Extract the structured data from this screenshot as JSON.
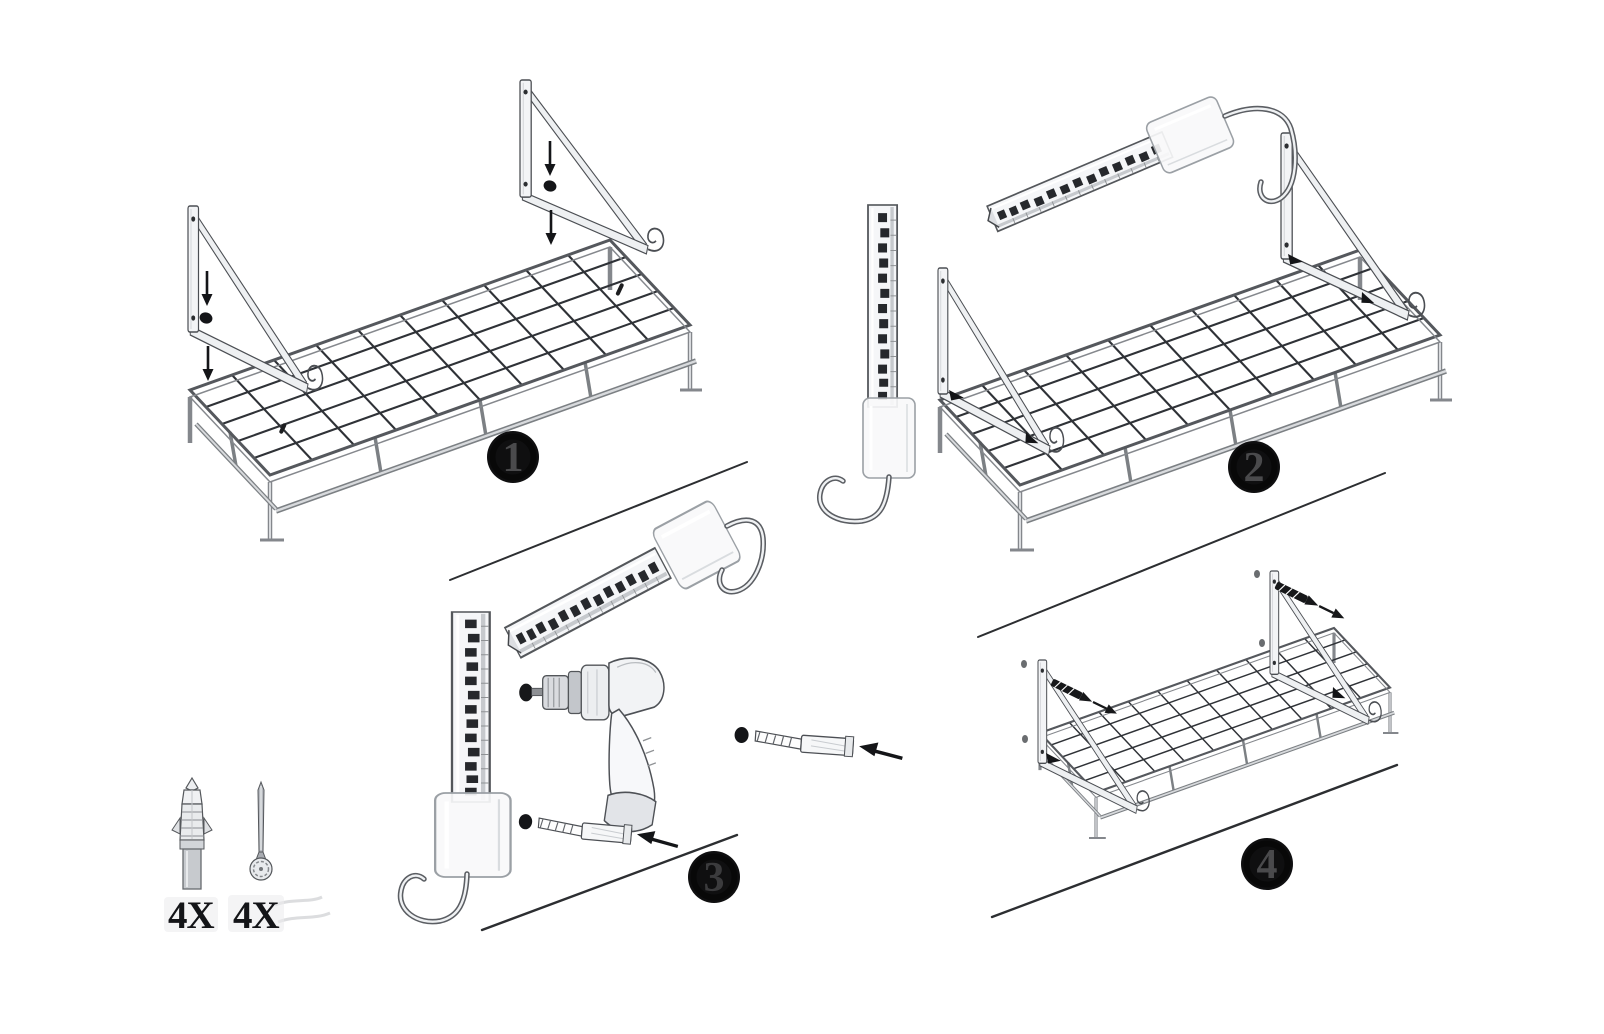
{
  "diagram": {
    "kind": "assembly-instructions",
    "background": "#ffffff"
  },
  "colors": {
    "badge_fill": "#0f0f10",
    "badge_numeral": "#4a4a4c",
    "label_ink": "#141518",
    "line_art_ink": "#4b4e53",
    "grid_ink": "#2f3237",
    "separator_ink": "#2c2e31",
    "metal_fill": "#f2f3f5"
  },
  "steps": [
    {
      "badge": "1",
      "parts": [
        "wire-grid-shelf",
        "wall-bracket",
        "wall-bracket",
        "attach-arrows"
      ]
    },
    {
      "badge": "2",
      "parts": [
        "assembled-shelf",
        "perforated-hanging-rail",
        "sleeve",
        "j-hook"
      ]
    },
    {
      "badge": "3",
      "parts": [
        "perforated-hanging-rail-diagonal",
        "perforated-hanging-rail-vertical",
        "cordless-screwdriver",
        "wall-anchor-with-screw",
        "wall-anchor-with-screw"
      ]
    },
    {
      "badge": "4",
      "parts": [
        "mounted-shelf",
        "wall-screw",
        "wall-screw",
        "drill-hole-marks"
      ]
    }
  ],
  "hardware_legend": [
    {
      "item": "wall-anchor",
      "quantity_label": "4X"
    },
    {
      "item": "mounting-screw",
      "quantity_label": "4X"
    }
  ]
}
